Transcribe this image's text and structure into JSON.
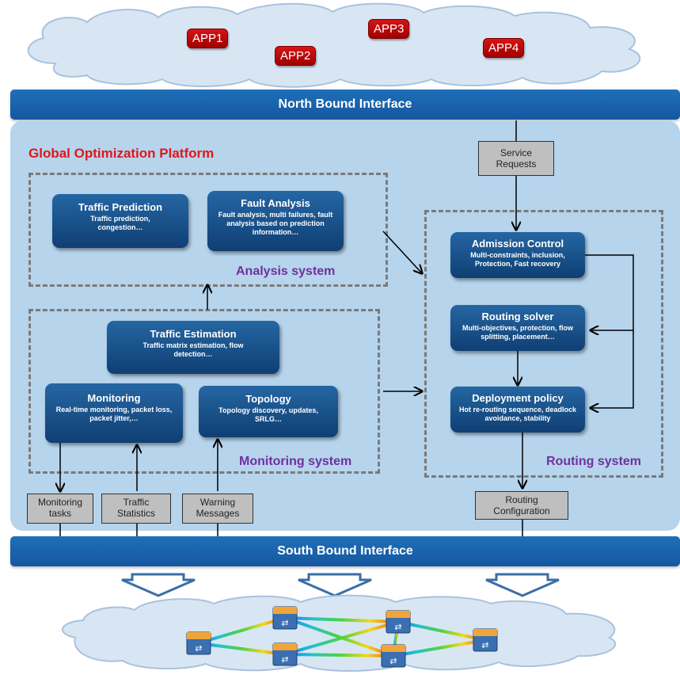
{
  "apps": [
    {
      "label": "APP1"
    },
    {
      "label": "APP2"
    },
    {
      "label": "APP3"
    },
    {
      "label": "APP4"
    }
  ],
  "north_bound": "North Bound Interface",
  "south_bound": "South Bound Interface",
  "platform_title": "Global Optimization Platform",
  "service_requests": "Service Requests",
  "analysis_system": {
    "label": "Analysis system",
    "traffic_prediction": {
      "title": "Traffic Prediction",
      "desc": "Traffic prediction, congestion…"
    },
    "fault_analysis": {
      "title": "Fault Analysis",
      "desc": "Fault analysis, multi failures, fault analysis based on prediction information…"
    }
  },
  "monitoring_system": {
    "label": "Monitoring system",
    "traffic_estimation": {
      "title": "Traffic Estimation",
      "desc": "Traffic matrix estimation, flow detection…"
    },
    "monitoring": {
      "title": "Monitoring",
      "desc": "Real-time monitoring, packet loss, packet jitter,…"
    },
    "topology": {
      "title": "Topology",
      "desc": "Topology discovery, updates, SRLG…"
    }
  },
  "routing_system": {
    "label": "Routing system",
    "admission_control": {
      "title": "Admission Control",
      "desc": "Multi-constraints, inclusion, Protection, Fast recovery"
    },
    "routing_solver": {
      "title": "Routing solver",
      "desc": "Multi-objectives, protection, flow splitting, placement…"
    },
    "deployment_policy": {
      "title": "Deployment policy",
      "desc": "Hot re-routing sequence, deadlock avoidance, stability"
    }
  },
  "io_boxes": {
    "monitoring_tasks": "Monitoring tasks",
    "traffic_statistics": "Traffic Statistics",
    "warning_messages": "Warning Messages",
    "routing_configuration": "Routing Configuration"
  },
  "colors": {
    "bar_blue": "#1a63ad",
    "module_blue": "#1a4f86",
    "platform_bg": "#b6d4ec",
    "cloud_bg": "#d8e6f4",
    "title_red": "#e0171b",
    "system_label_purple": "#7030a0",
    "app_red": "#c00000"
  },
  "icons": [
    "cloud-icon",
    "router-icon",
    "down-arrow-icon"
  ]
}
